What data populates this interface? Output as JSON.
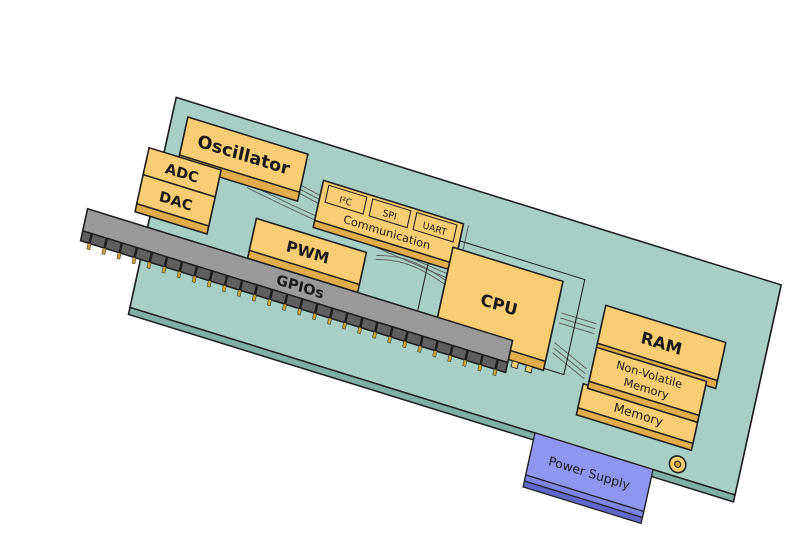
{
  "diagram": {
    "colors": {
      "board": "#a7cfc5",
      "board_side": "#7fb0a5",
      "chip": "#f8cd73",
      "chip_side": "#e0ac4c",
      "header": "#9a9a9a",
      "header_side": "#5f5f5f",
      "power": "#8d97f0",
      "power_side": "#5f68c9",
      "pin": "#c9a13a",
      "outline": "#1e1e1e"
    },
    "components": {
      "oscillator": "Oscillator",
      "i2c": "I²C",
      "spi": "SPI",
      "uart": "UART",
      "communication": "Communication",
      "adc": "ADC",
      "dac": "DAC",
      "pwm": "PWM",
      "cpu": "CPU",
      "ram": "RAM",
      "non_volatile_line1": "Non-Volatile",
      "non_volatile_line2": "Memory",
      "memory": "Memory",
      "gpios": "GPIOs",
      "power_supply": "Power Supply"
    }
  }
}
